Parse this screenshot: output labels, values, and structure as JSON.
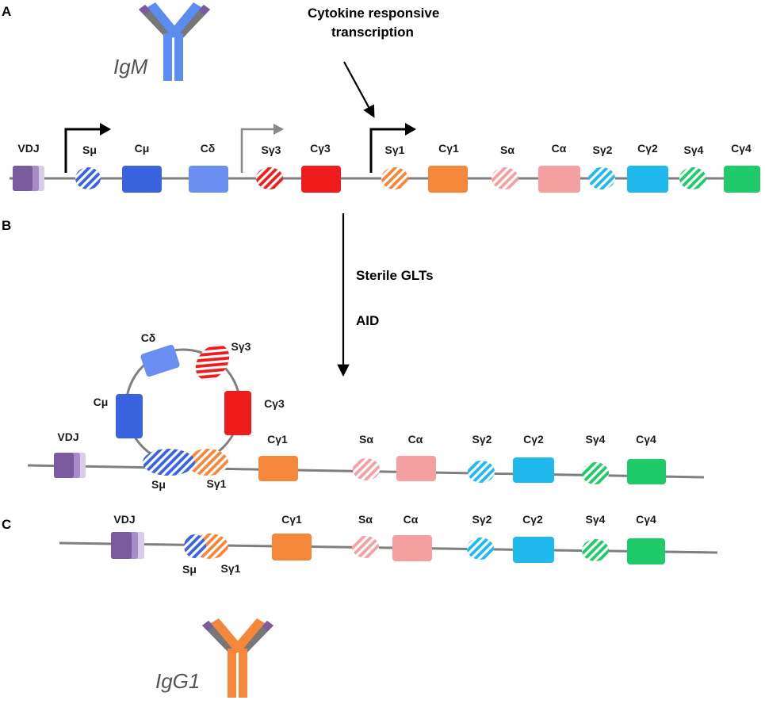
{
  "panels": {
    "a": "A",
    "b": "B",
    "c": "C"
  },
  "annotations": {
    "cytokine_line1": "Cytokine responsive",
    "cytokine_line2": "transcription",
    "sterile": "Sterile GLTs",
    "aid": "AID"
  },
  "antibodies": {
    "top": "IgM",
    "bottom": "IgG1"
  },
  "labels": {
    "vdj": "VDJ",
    "s_mu": "Sμ",
    "c_mu": "Cμ",
    "c_delta": "Cδ",
    "s_g3": "Sγ3",
    "c_g3": "Cγ3",
    "s_g1": "Sγ1",
    "c_g1": "Cγ1",
    "s_a": "Sα",
    "c_a": "Cα",
    "s_g2": "Sγ2",
    "c_g2": "Cγ2",
    "s_g4": "Sγ4",
    "c_g4": "Cγ4"
  },
  "colors": {
    "line": "#7f7f7f",
    "vdj": "#7b5a9e",
    "mu": "#3a63e0",
    "delta": "#6a8ef2",
    "g3": "#ee1c1c",
    "g1": "#f5873a",
    "alpha": "#f4a0a0",
    "g2": "#1fb9ee",
    "g4": "#1fca6a",
    "igm": "#5b8cf0",
    "igg1": "#f5873a",
    "ab_light": "#777777",
    "ab_tip": "#7b5a9e"
  }
}
